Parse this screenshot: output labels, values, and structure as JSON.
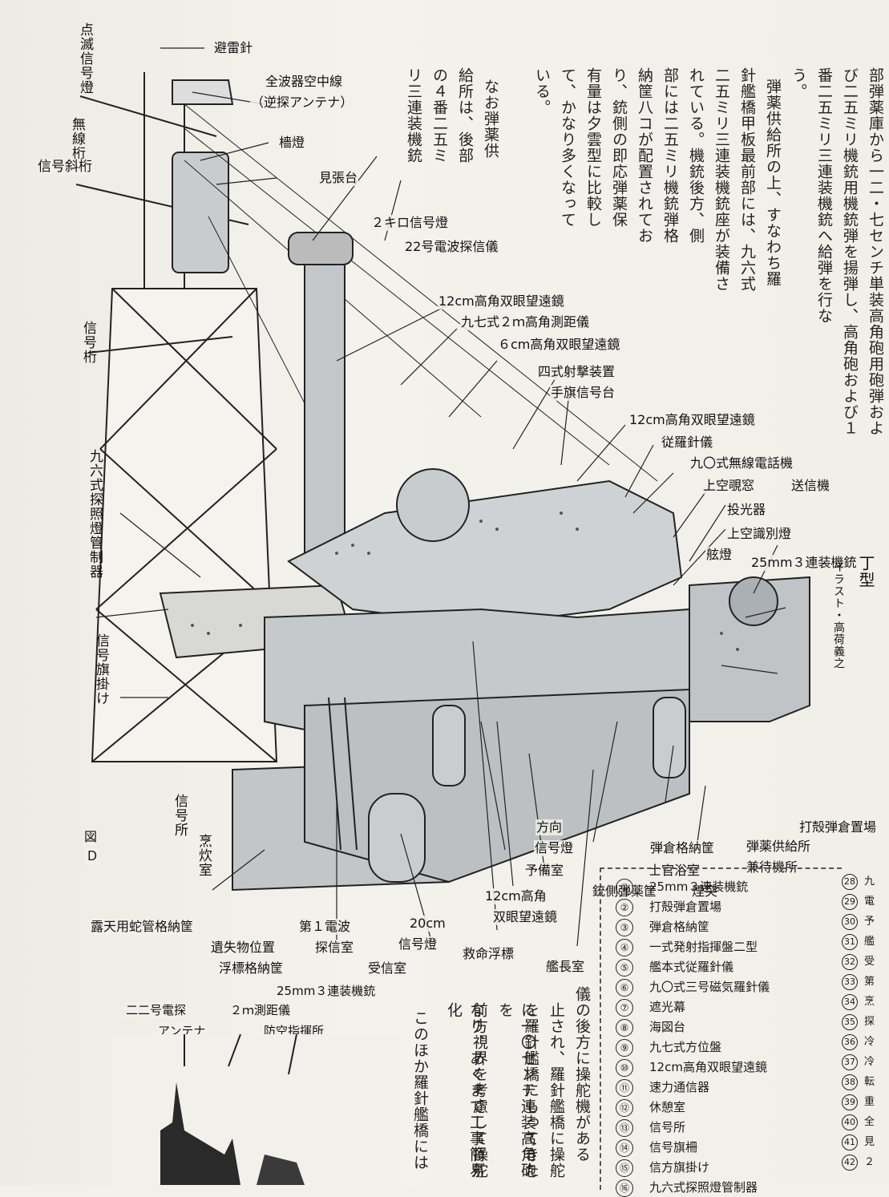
{
  "right_text_columns": [
    "部弾薬庫から一二・七センチ単装高角砲用砲弾およ",
    "び二五ミリ機銃用機銃弾を揚弾し、高角砲および１",
    "番二五ミリ三連装機銃へ給弾を行な",
    "う。",
    "弾薬供給所の上、すなわち羅",
    "針艦橋甲板最前部には、九六式",
    "二五ミリ三連装機銃座が装備さ",
    "れている。機銃後方、側",
    "部には二五ミリ機銃弾格",
    "納筐八コが配置されてお",
    "り、銃側の即応弾薬保",
    "有量は夕雲型に比較し",
    "て、かなり多くなって",
    "いる。",
    "なお弾薬供",
    "給所は、後部",
    "の４番二五ミ",
    "リ三連装機銃"
  ],
  "bottom_text_columns": [
    "儀の後方に操舵機がある",
    "止され、羅針艦橋に操舵",
    "を羅針艦橋にもってきた",
    "に一〇センチ連装高角砲を",
    "前方視界を考慮して操舵",
    "なり、あくまで工事簡易化",
    "このほか羅針艦橋には"
  ],
  "labels": {
    "l1": "避雷針",
    "l2": "全波器空中線",
    "l3": "（逆探アンテナ）",
    "l4": "檣燈",
    "l5": "見張台",
    "l6": "２キロ信号燈",
    "l7": "22号電波探信儀",
    "l8": "12cm高角双眼望遠鏡",
    "l9": "九七式２ｍ高角測距儀",
    "l10": "６cm高角双眼望遠鏡",
    "l11": "四式射撃装置",
    "l12": "手旗信号台",
    "l13": "12cm高角双眼望遠鏡",
    "l14": "従羅針儀",
    "l15": "九〇式無線電話機",
    "l16": "上空覗窓",
    "l17": "送信機",
    "l18": "投光器",
    "l19": "上空識別燈",
    "l20": "舷燈",
    "l21": "25mm３連装機銃",
    "l22": "丁型",
    "l23": "打殻弾倉置場",
    "l24": "弾倉格納筐",
    "l25": "弾薬供給所",
    "l26": "兼待機所",
    "l27": "士官浴室",
    "l28": "銃側弾薬筐",
    "l29": "煙突",
    "l30": "方向",
    "l31": "信号燈",
    "l32": "予備室",
    "l33": "12cm高角",
    "l34": "双眼望遠鏡",
    "l35": "艦長室",
    "l36": "救命浮標",
    "l37": "20cm",
    "l38": "信号燈",
    "l39": "受信室",
    "l40": "第１電波",
    "l41": "探信室",
    "l42": "遺失物位置",
    "l43": "浮標格納筐",
    "l44": "露天用蛇管格納筐",
    "l45": "25mm３連装機銃",
    "l46": "二二号電探",
    "l47": "アンテナ",
    "l48": "２ｍ測距儀",
    "l49": "防空指揮所",
    "l50": "図",
    "l51": "Ｄ"
  },
  "vertical_labels": {
    "v1": "点滅信号燈",
    "v2": "無線桁",
    "v3": "信号斜桁",
    "v4": "信号桁",
    "v5": "九六式探照燈管制器",
    "v6": "信号旗掛け",
    "v7": "信号所",
    "v8": "烹炊室",
    "v9": "イラスト・高荷義之"
  },
  "legend": [
    {
      "n": "①",
      "t": "25mm３連装機銃"
    },
    {
      "n": "②",
      "t": "打殻弾倉置場"
    },
    {
      "n": "③",
      "t": "弾倉格納筐"
    },
    {
      "n": "④",
      "t": "一式発射指揮盤二型"
    },
    {
      "n": "⑤",
      "t": "艦本式従羅針儀"
    },
    {
      "n": "⑥",
      "t": "九〇式三号磁気羅針儀"
    },
    {
      "n": "⑦",
      "t": "遮光幕"
    },
    {
      "n": "⑧",
      "t": "海図台"
    },
    {
      "n": "⑨",
      "t": "九七式方位盤"
    },
    {
      "n": "⑩",
      "t": "12cm高角双眼望遠鏡"
    },
    {
      "n": "⑪",
      "t": "速力通信器"
    },
    {
      "n": "⑫",
      "t": "休憩室"
    },
    {
      "n": "⑬",
      "t": "信号所"
    },
    {
      "n": "⑭",
      "t": "信号旗柵"
    },
    {
      "n": "⑮",
      "t": "信方旗掛け"
    },
    {
      "n": "⑯",
      "t": "九六式探照燈管制器"
    }
  ],
  "legend2": [
    {
      "n": "28",
      "t": "九"
    },
    {
      "n": "29",
      "t": "電"
    },
    {
      "n": "30",
      "t": "予"
    },
    {
      "n": "31",
      "t": "艦"
    },
    {
      "n": "32",
      "t": "受"
    },
    {
      "n": "33",
      "t": "第"
    },
    {
      "n": "34",
      "t": "烹"
    },
    {
      "n": "35",
      "t": "探"
    },
    {
      "n": "36",
      "t": "冷"
    },
    {
      "n": "37",
      "t": "冷"
    },
    {
      "n": "38",
      "t": "転"
    },
    {
      "n": "39",
      "t": "重"
    },
    {
      "n": "40",
      "t": "全"
    },
    {
      "n": "41",
      "t": "見"
    },
    {
      "n": "42",
      "t": "２"
    }
  ],
  "colors": {
    "paper": "#f1f0ea",
    "ink": "#1a1a1a",
    "hull_shade": "#b8bcc0"
  }
}
